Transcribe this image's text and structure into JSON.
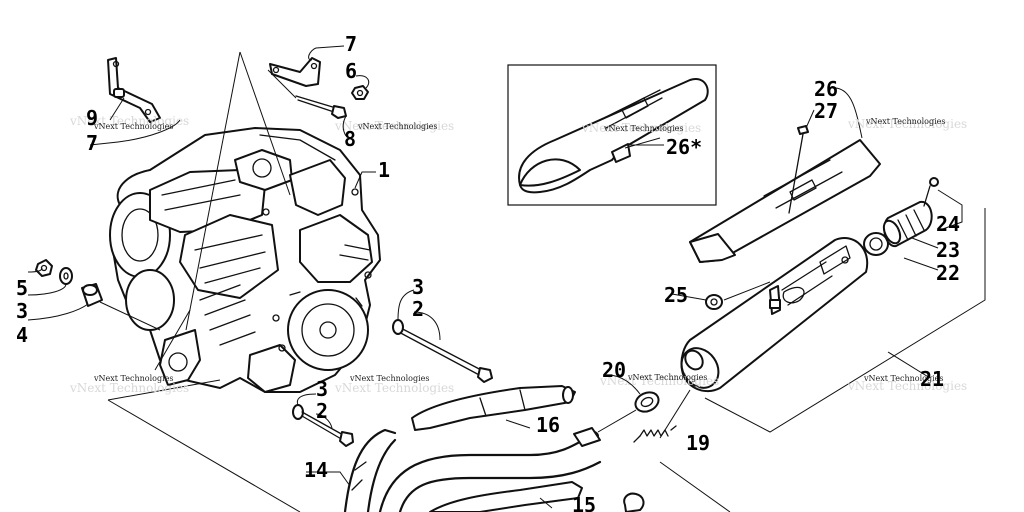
{
  "watermark_text": "vNext Technologies",
  "callouts": [
    {
      "id": "c1",
      "label": "1"
    },
    {
      "id": "c2a",
      "label": "2"
    },
    {
      "id": "c2b",
      "label": "2"
    },
    {
      "id": "c3a",
      "label": "3"
    },
    {
      "id": "c3b",
      "label": "3"
    },
    {
      "id": "c3c",
      "label": "3"
    },
    {
      "id": "c4",
      "label": "4"
    },
    {
      "id": "c5",
      "label": "5"
    },
    {
      "id": "c6",
      "label": "6"
    },
    {
      "id": "c7a",
      "label": "7"
    },
    {
      "id": "c7b",
      "label": "7"
    },
    {
      "id": "c8",
      "label": "8"
    },
    {
      "id": "c9",
      "label": "9"
    },
    {
      "id": "c14",
      "label": "14"
    },
    {
      "id": "c15",
      "label": "15"
    },
    {
      "id": "c16",
      "label": "16"
    },
    {
      "id": "c19",
      "label": "19"
    },
    {
      "id": "c20",
      "label": "20"
    },
    {
      "id": "c21",
      "label": "21"
    },
    {
      "id": "c22",
      "label": "22"
    },
    {
      "id": "c23",
      "label": "23"
    },
    {
      "id": "c24",
      "label": "24"
    },
    {
      "id": "c25",
      "label": "25"
    },
    {
      "id": "c26a",
      "label": "26"
    },
    {
      "id": "c26b",
      "label": "26*"
    },
    {
      "id": "c27",
      "label": "27"
    }
  ]
}
